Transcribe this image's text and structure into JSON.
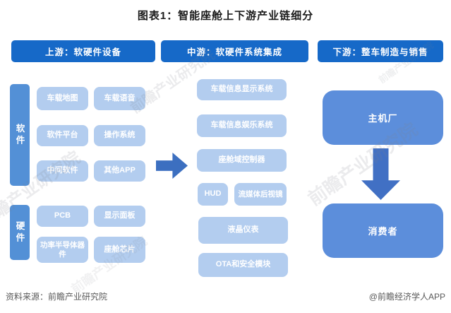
{
  "title": "图表1：智能座舱上下游产业链细分",
  "stages": [
    {
      "label": "上游：软硬件设备"
    },
    {
      "label": "中游：软硬件系统集成"
    },
    {
      "label": "下游：整车制造与销售"
    }
  ],
  "upstream": {
    "software": {
      "label": "软件",
      "items": [
        "车载地图",
        "车载语音",
        "软件平台",
        "操作系统",
        "中间软件",
        "其他APP"
      ]
    },
    "hardware": {
      "label": "硬件",
      "items": [
        "PCB",
        "显示面板",
        "功率半导体器件",
        "座舱芯片"
      ]
    }
  },
  "midstream": {
    "items": [
      "车载信息显示系统",
      "车载信息娱乐系统",
      "座舱域控制器",
      "HUD",
      "流媒体后视镜",
      "液晶仪表",
      "OTA和安全模块"
    ]
  },
  "downstream": {
    "items": [
      "主机厂",
      "消费者"
    ]
  },
  "footer": {
    "source": "资料来源：前瞻产业研究院",
    "credit": "@前瞻经济学人APP"
  },
  "watermark": {
    "text": "前瞻产业研究院"
  },
  "colors": {
    "stage_header": "#1669c8",
    "group_bar": "#5390d6",
    "node_light": "#b3cdef",
    "downstream_box": "#5c8edb",
    "arrow_right": "#3c6fc0",
    "arrow_down": "#4170c4",
    "footer_text": "#595959"
  }
}
